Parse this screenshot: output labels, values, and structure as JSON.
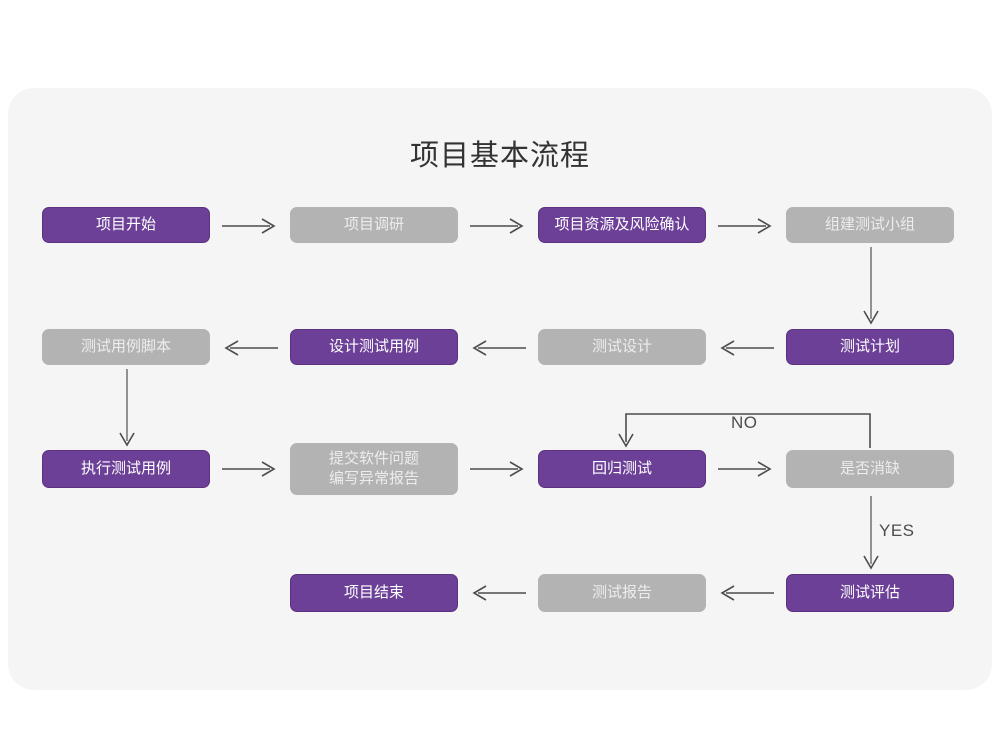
{
  "panel": {
    "title": "项目基本流程",
    "background_color": "#f5f5f5",
    "page_background_color": "#ffffff"
  },
  "colors": {
    "active_node": "#6d4098",
    "active_node_border": "#5b3180",
    "active_node_text": "#ffffff",
    "inactive_node": "#b3b3b3",
    "inactive_node_text": "#ededed",
    "connector": "#4d4d4d",
    "title_text": "#333333"
  },
  "flow": {
    "rows": [
      {
        "row": 1,
        "direction": "left-to-right",
        "nodes": [
          {
            "id": "n1",
            "label": "项目开始",
            "state": "active"
          },
          {
            "id": "n2",
            "label": "项目调研",
            "state": "inactive"
          },
          {
            "id": "n3",
            "label": "项目资源及风险确认",
            "state": "active"
          },
          {
            "id": "n4",
            "label": "组建测试小组",
            "state": "inactive"
          }
        ]
      },
      {
        "row": 2,
        "direction": "right-to-left",
        "nodes": [
          {
            "id": "n8",
            "label": "测试用例脚本",
            "state": "inactive"
          },
          {
            "id": "n7",
            "label": "设计测试用例",
            "state": "active"
          },
          {
            "id": "n6",
            "label": "测试设计",
            "state": "inactive"
          },
          {
            "id": "n5",
            "label": "测试计划",
            "state": "active"
          }
        ]
      },
      {
        "row": 3,
        "direction": "left-to-right",
        "nodes": [
          {
            "id": "n9",
            "label": "执行测试用例",
            "state": "active"
          },
          {
            "id": "n10",
            "label": "提交软件问题\n编写异常报告",
            "state": "inactive"
          },
          {
            "id": "n11",
            "label": "回归测试",
            "state": "active"
          },
          {
            "id": "n12",
            "label": "是否消缺",
            "state": "inactive"
          }
        ]
      },
      {
        "row": 4,
        "direction": "right-to-left",
        "nodes": [
          {
            "id": "n15",
            "label": "项目结束",
            "state": "active"
          },
          {
            "id": "n14",
            "label": "测试报告",
            "state": "inactive"
          },
          {
            "id": "n13",
            "label": "测试评估",
            "state": "active"
          }
        ]
      }
    ],
    "edge_labels": {
      "decision_no": "NO",
      "decision_yes": "YES"
    }
  }
}
